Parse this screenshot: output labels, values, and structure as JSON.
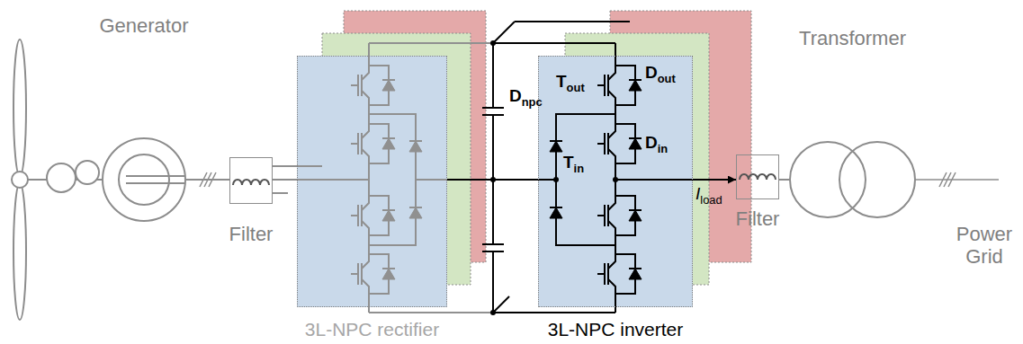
{
  "diagram": {
    "nodes": [
      {
        "text": [
          "Generator"
        ]
      },
      {
        "text": [
          "Filter"
        ]
      },
      {
        "text": [
          "3L-NPC rectifier"
        ]
      },
      {
        "text": [
          "3L-NPC inverter"
        ]
      },
      {
        "text": [
          "Filter"
        ]
      },
      {
        "text": [
          "Transformer"
        ]
      }
    ],
    "edges": [
      {
        "from": 0,
        "to": 1,
        "arrow": "none"
      },
      {
        "from": 1,
        "to": 2,
        "arrow": "none"
      },
      {
        "from": 2,
        "to": 3,
        "arrow": "none"
      },
      {
        "from": 3,
        "to": 4,
        "arrow": "to",
        "label": "Iload"
      },
      {
        "from": 4,
        "to": 5,
        "arrow": "none"
      }
    ],
    "labels": [
      "Tout",
      "Dout",
      "Dnpc",
      "Tin",
      "Din",
      "Power Grid"
    ]
  }
}
